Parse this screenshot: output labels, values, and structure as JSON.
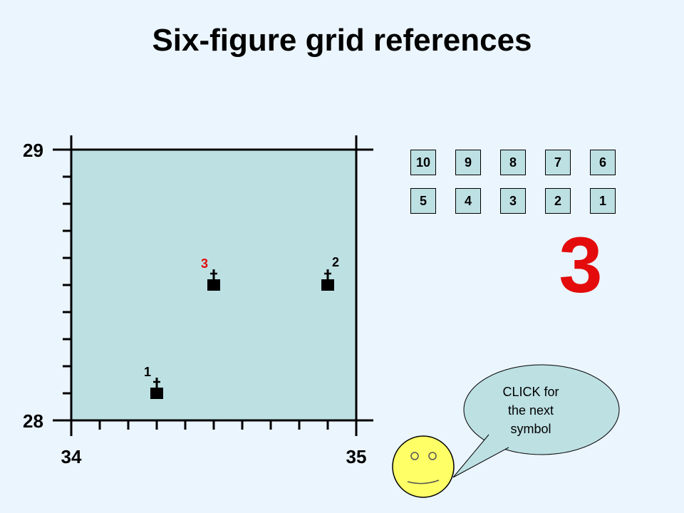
{
  "title": "Six-figure grid references",
  "axes": {
    "northing_top": "29",
    "northing_bottom": "28",
    "easting_left": "34",
    "easting_right": "35"
  },
  "map": {
    "fill_color": "#bde0e3",
    "subdivisions": 10,
    "symbols": [
      {
        "label": "1",
        "easting": 34.3,
        "northing": 28.1,
        "label_color": "#000000"
      },
      {
        "label": "2",
        "easting": 34.9,
        "northing": 28.5,
        "label_color": "#000000"
      },
      {
        "label": "3",
        "easting": 34.5,
        "northing": 28.5,
        "label_color": "#e30b0b"
      }
    ],
    "symbol_icon": "church-with-tower-icon"
  },
  "number_buttons": {
    "row1": [
      "10",
      "9",
      "8",
      "7",
      "6"
    ],
    "row2": [
      "5",
      "4",
      "3",
      "2",
      "1"
    ]
  },
  "current_symbol": "3",
  "speech_bubble": {
    "line1": "CLICK for",
    "line2": "the next",
    "line3": "symbol"
  },
  "colors": {
    "background": "#ebf5fe",
    "accent_red": "#e30b0b",
    "face_yellow": "#ffff66"
  }
}
